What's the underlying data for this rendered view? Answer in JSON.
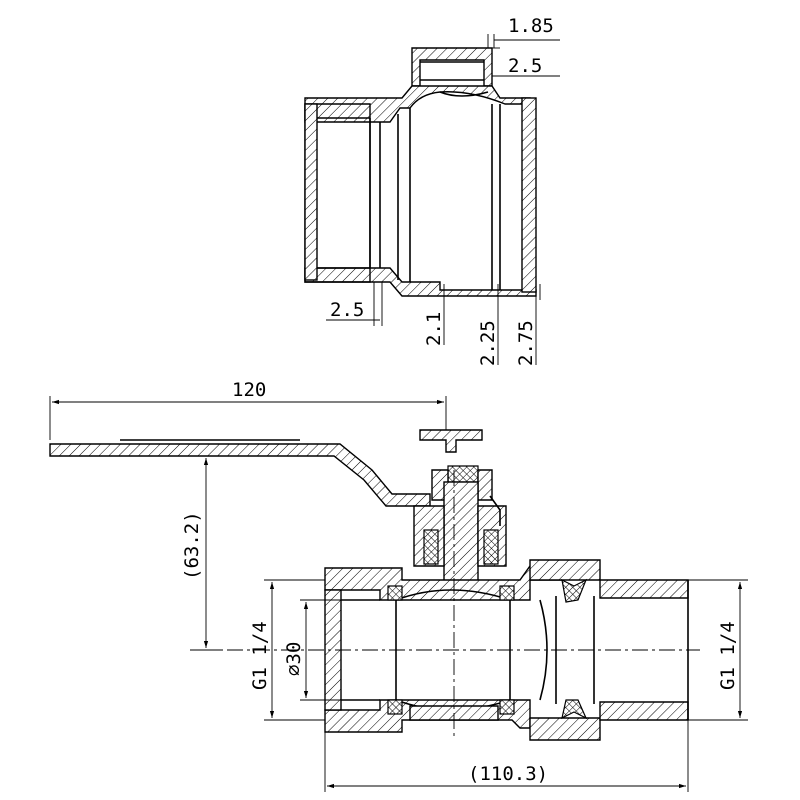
{
  "dimensions": {
    "top_wall": "1.85",
    "top_nut": "2.5",
    "left_wall": "2.5",
    "seat_wall": "2.1",
    "bore_wall": "2.25",
    "end_wall": "2.75",
    "handle_length": "120",
    "handle_height": "(63.2)",
    "left_thread": "G1 1/4",
    "bore_diameter": "∅30",
    "right_thread": "G1 1/4",
    "overall_length": "(110.3)"
  }
}
